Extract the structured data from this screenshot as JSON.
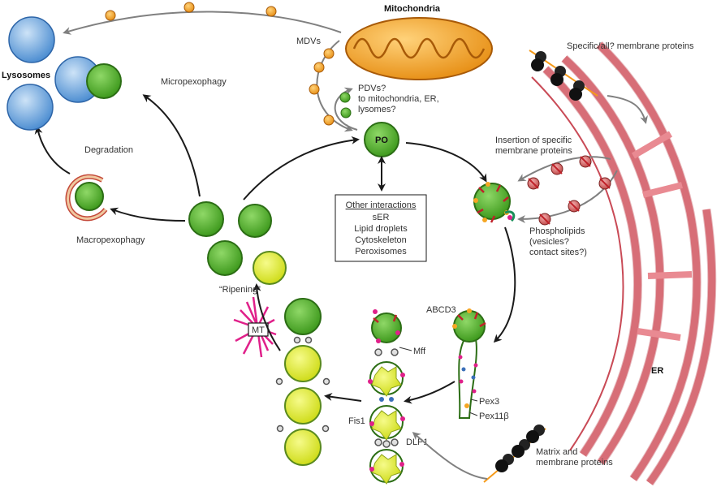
{
  "labels": {
    "mitochondria": "Mitochondria",
    "mdvs": "MDVs",
    "lysosomes": "Lysosomes",
    "micropexophagy": "Micropexophagy",
    "degradation": "Degradation",
    "macropexophagy": "Macropexophagy",
    "pdvs_1": "PDVs?",
    "pdvs_2": "to mitochondria, ER,",
    "pdvs_3": "lysomes?",
    "po": "PO",
    "ripening": "“Ripening”",
    "mt": "MT",
    "insertion_1": "Insertion of specific",
    "insertion_2": "membrane proteins",
    "phospholipids_1": "Phospholipids",
    "phospholipids_2": "(vesicles?",
    "phospholipids_3": "contact sites?)",
    "membrane_proteins": "Specific/all? membrane proteins",
    "abcd3": "ABCD3",
    "mff": "Mff",
    "pex3": "Pex3",
    "pex11b": "Pex11β",
    "fis1": "Fis1",
    "dlp1": "DLP1",
    "matrix_1": "Matrix and",
    "matrix_2": "membrane proteins",
    "er": "ER"
  },
  "interactions": {
    "title": "Other interactions",
    "items": [
      "sER",
      "Lipid droplets",
      "Cytoskeleton",
      "Peroxisomes"
    ]
  },
  "colors": {
    "peroxisome": "#5cb531",
    "peroxisome_edge": "#2c6e15",
    "yellow": "#e4ee36",
    "yellow_edge": "#5a8a1e",
    "lysosome": "#5e9fd8",
    "er": "#d2606a",
    "mito": "#f29d1c",
    "orange_dot": "#f5a623",
    "arrow": "#1a1a1a",
    "grey_arrow": "#888888",
    "magenta": "#e0208a"
  }
}
